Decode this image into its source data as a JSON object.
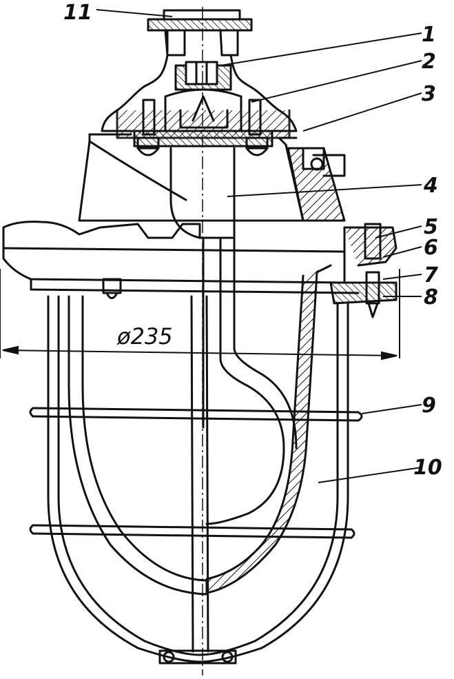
{
  "labels": {
    "l1": "1",
    "l2": "2",
    "l3": "3",
    "l4": "4",
    "l5": "5",
    "l6": "6",
    "l7": "7",
    "l8": "8",
    "l9": "9",
    "l10": "10",
    "l11": "11"
  },
  "dimension": "ø235",
  "colors": {
    "ink": "#111111",
    "paper": "#ffffff"
  }
}
